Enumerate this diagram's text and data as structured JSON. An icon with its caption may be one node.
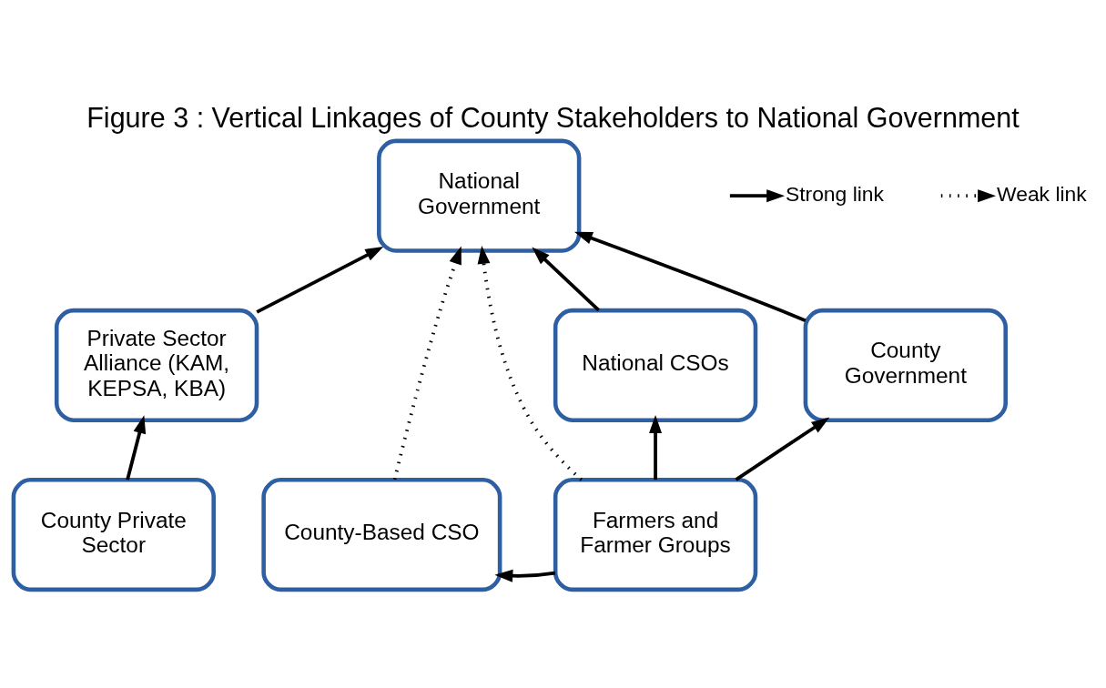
{
  "diagram": {
    "title": "Figure 3 : Vertical Linkages of County Stakeholders to National Government",
    "nodes": [
      {
        "text": [
          "National Government"
        ]
      },
      {
        "text": [
          "Private Sector Alliance (KAM, KEPSA, KBA)"
        ]
      },
      {
        "text": [
          "National CSOs"
        ]
      },
      {
        "text": [
          "County Government"
        ]
      },
      {
        "text": [
          "County Private Sector"
        ]
      },
      {
        "text": [
          "County-Based CSO"
        ]
      },
      {
        "text": [
          "Farmers and Farmer Groups"
        ]
      }
    ],
    "edges": [
      {
        "from": 1,
        "to": 0,
        "arrow": "to"
      },
      {
        "from": 5,
        "to": 0,
        "arrow": "to",
        "style": "dashed"
      },
      {
        "from": 2,
        "to": 0,
        "arrow": "to"
      },
      {
        "from": 6,
        "to": 0,
        "arrow": "to",
        "style": "dashed"
      },
      {
        "from": 3,
        "to": 0,
        "arrow": "to"
      },
      {
        "from": 4,
        "to": 1,
        "arrow": "to"
      },
      {
        "from": 6,
        "to": 2,
        "arrow": "to"
      },
      {
        "from": 6,
        "to": 3,
        "arrow": "to"
      },
      {
        "from": 6,
        "to": 5,
        "arrow": "to"
      }
    ],
    "legend": [
      {
        "text": "Strong link"
      },
      {
        "text": "Weak link"
      }
    ]
  }
}
